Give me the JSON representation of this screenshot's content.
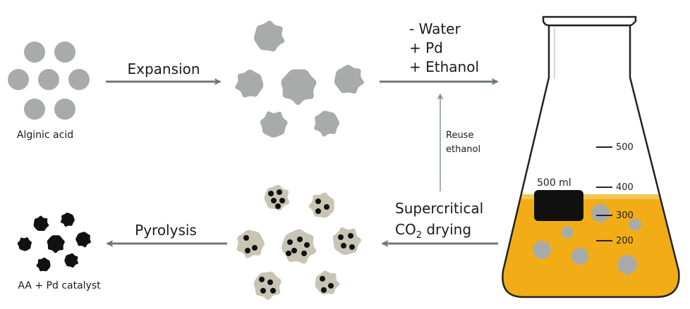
{
  "labels": {
    "alginic_acid": "Alginic acid",
    "expansion": "Expansion",
    "step_water": "- Water",
    "step_pd": "+ Pd",
    "step_ethanol": "+ Ethanol",
    "reuse_line1": "Reuse",
    "reuse_line2": "ethanol",
    "supercritical_line1": "Supercritical",
    "supercritical_co2": "CO",
    "supercritical_sub": "2",
    "supercritical_drying": " drying",
    "pyrolysis": "Pyrolysis",
    "catalyst": "AA + Pd catalyst"
  },
  "flask": {
    "volume_label": "500 ml",
    "graduations": [
      "500",
      "400",
      "300",
      "200"
    ]
  },
  "colors": {
    "arrow": "#6f7877",
    "bead": "#a8abaa",
    "particle_aerogel": "#a8abaa",
    "particle_dried": "#c8c5b5",
    "pd_dot": "#111111",
    "catalyst": "#111111",
    "liquid": "#f2ad16",
    "glass_outline": "#222222"
  }
}
